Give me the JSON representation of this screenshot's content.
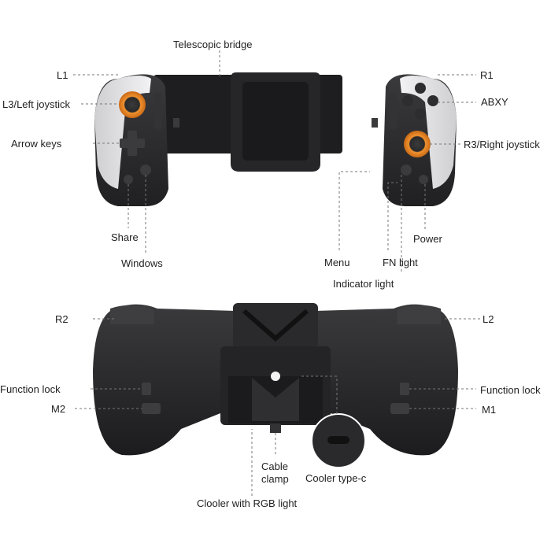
{
  "top_view": {
    "labels": {
      "telescopic_bridge": "Telescopic bridge",
      "l1": "L1",
      "l3_left_joystick": "L3/Left joystick",
      "arrow_keys": "Arrow keys",
      "share": "Share",
      "windows": "Windows",
      "r1": "R1",
      "abxy": "ABXY",
      "r3_right_joystick": "R3/Right joystick",
      "power": "Power",
      "menu": "Menu",
      "fn_light": "FN light",
      "indicator_light": "Indicator light"
    }
  },
  "bottom_view": {
    "labels": {
      "r2": "R2",
      "l2": "L2",
      "function_lock_left": "Function lock",
      "function_lock_right": "Function lock",
      "m2": "M2",
      "m1": "M1",
      "cable_clamp_line1": "Cable",
      "cable_clamp_line2": "clamp",
      "cooler_type_c": "Cooler type-c",
      "cooler_rgb": "Clooler with RGB light"
    }
  },
  "colors": {
    "body": "#2b2b2d",
    "grip_white": "#e6e6e8",
    "joystick_orange": "#e8862a",
    "leader_line": "#777777",
    "text": "#222222"
  }
}
